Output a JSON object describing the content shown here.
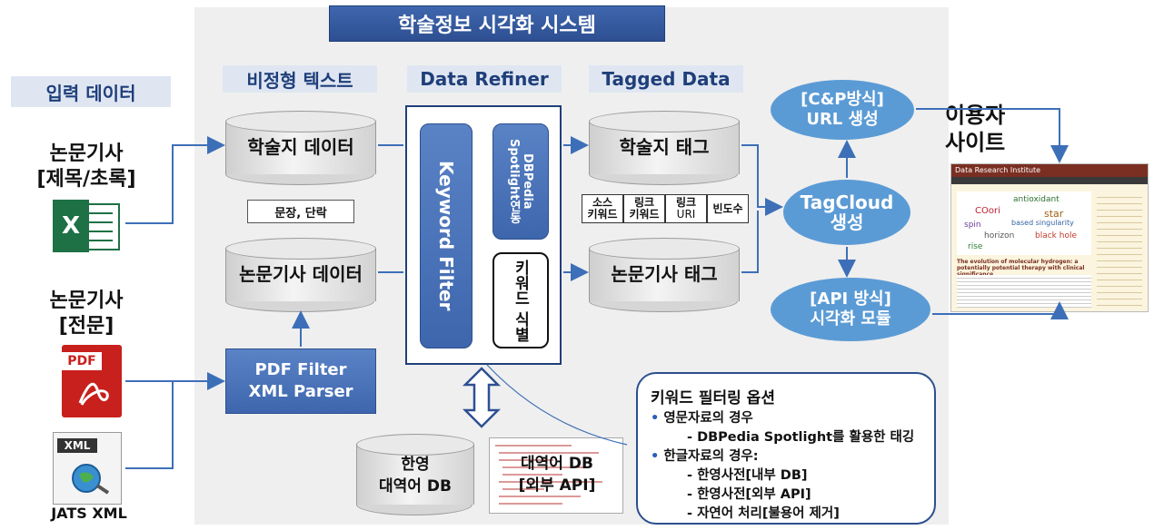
{
  "title": "학술정보 시각화 시스템",
  "input_header": "입력 데이터",
  "inputs": {
    "journal_label_line1": "논문기사",
    "journal_label_line2": "[제목/초록]",
    "fulltext_label_line1": "논문기사",
    "fulltext_label_line2": "[전문]",
    "jats_label": "JATS XML",
    "pdf_icon_text": "PDF",
    "xml_icon_text": "XML",
    "excel_icon_text": "X"
  },
  "columns": {
    "unstructured": "비정형 텍스트",
    "refiner": "Data Refiner",
    "tagged": "Tagged Data"
  },
  "databases": {
    "journal_db": "학술지 데이터",
    "article_db": "논문기사 데이터",
    "bilingual_db_line1": "한영",
    "bilingual_db_line2": "대역어 DB",
    "external_db_line1": "대역어 DB",
    "external_db_line2": "[외부 API]",
    "journal_tag": "학술지 태그",
    "article_tag": "논문기사 태그"
  },
  "sentence_box": "문장, 단락",
  "pdf_filter_line1": "PDF Filter",
  "pdf_filter_line2": "XML Parser",
  "keyword_filter": "Keyword Filter",
  "dbpedia": "DBPedia Spotlight연동",
  "keyword_identify": "키워드 식별",
  "tag_fields": [
    {
      "line1": "소스",
      "line2": "키워드"
    },
    {
      "line1": "링크",
      "line2": "키워드"
    },
    {
      "line1": "링크",
      "line2": "URI"
    },
    {
      "line1": "빈도수",
      "line2": ""
    }
  ],
  "ovals": {
    "url_line1": "[C&P방식]",
    "url_line2": "URL 생성",
    "tagcloud_line1": "TagCloud",
    "tagcloud_line2": "생성",
    "api_line1": "[API 방식]",
    "api_line2": "시각화 모듈"
  },
  "user_site_line1": "이용자",
  "user_site_line2": "사이트",
  "site_mock": {
    "header": "Data Research Institute",
    "words": [
      "antioxidant",
      "COori",
      "star",
      "based singularity",
      "horizon",
      "black hole",
      "spin",
      "rise"
    ],
    "caption": "The evolution of molecular hydrogen: a potentially potential therapy with clinical significance"
  },
  "options": {
    "title": "키워드 필터링 옵션",
    "lines": [
      {
        "bullet": "•",
        "text": "영문자료의 경우"
      },
      {
        "bullet": "",
        "text": "- DBPedia Spotlight를 활용한 태깅"
      },
      {
        "bullet": "•",
        "text": "한글자료의 경우:"
      },
      {
        "bullet": "",
        "text": "- 한영사전[내부 DB]"
      },
      {
        "bullet": "",
        "text": "- 한영사전[외부 API]"
      },
      {
        "bullet": "",
        "text": "- 자연어 처리[불용어 제거]"
      }
    ]
  },
  "colors": {
    "accent": "#2e4f92",
    "oval": "#5b9bd5",
    "panel": "#efefef"
  }
}
